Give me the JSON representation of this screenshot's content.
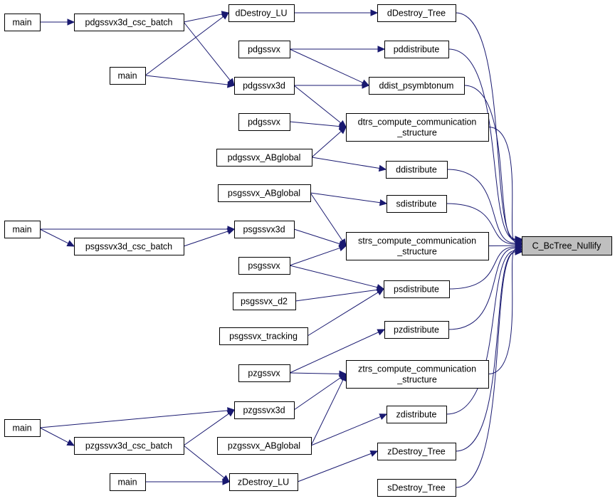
{
  "graph": {
    "nodes": {
      "target": {
        "label": "C_BcTree_Nullify"
      },
      "dDestroy_Tree": {
        "label": "dDestroy_Tree"
      },
      "pddistribute": {
        "label": "pddistribute"
      },
      "ddist_psymbtonum": {
        "label": "ddist_psymbtonum"
      },
      "dtrs": {
        "label": "dtrs_compute_communication\n_structure"
      },
      "ddistribute": {
        "label": "ddistribute"
      },
      "sdistribute": {
        "label": "sdistribute"
      },
      "strs": {
        "label": "strs_compute_communication\n_structure"
      },
      "psdistribute": {
        "label": "psdistribute"
      },
      "pzdistribute": {
        "label": "pzdistribute"
      },
      "ztrs": {
        "label": "ztrs_compute_communication\n_structure"
      },
      "zdistribute": {
        "label": "zdistribute"
      },
      "zDestroy_Tree": {
        "label": "zDestroy_Tree"
      },
      "sDestroy_Tree": {
        "label": "sDestroy_Tree"
      },
      "dDestroy_LU": {
        "label": "dDestroy_LU"
      },
      "pdgssvx_a": {
        "label": "pdgssvx"
      },
      "pdgssvx3d": {
        "label": "pdgssvx3d"
      },
      "pdgssvx_b": {
        "label": "pdgssvx"
      },
      "pdgssvx_ABglobal": {
        "label": "pdgssvx_ABglobal"
      },
      "psgssvx_ABglobal": {
        "label": "psgssvx_ABglobal"
      },
      "psgssvx3d": {
        "label": "psgssvx3d"
      },
      "psgssvx": {
        "label": "psgssvx"
      },
      "psgssvx_d2": {
        "label": "psgssvx_d2"
      },
      "psgssvx_tracking": {
        "label": "psgssvx_tracking"
      },
      "pzgssvx": {
        "label": "pzgssvx"
      },
      "pzgssvx3d": {
        "label": "pzgssvx3d"
      },
      "pzgssvx_ABglobal": {
        "label": "pzgssvx_ABglobal"
      },
      "zDestroy_LU": {
        "label": "zDestroy_LU"
      },
      "pdgssvx3d_csc_batch": {
        "label": "pdgssvx3d_csc_batch"
      },
      "psgssvx3d_csc_batch": {
        "label": "psgssvx3d_csc_batch"
      },
      "pzgssvx3d_csc_batch": {
        "label": "pzgssvx3d_csc_batch"
      },
      "main1": {
        "label": "main"
      },
      "main2": {
        "label": "main"
      },
      "main3": {
        "label": "main"
      },
      "main4": {
        "label": "main"
      },
      "main5": {
        "label": "main"
      }
    },
    "edges": [
      [
        "dDestroy_Tree",
        "target"
      ],
      [
        "pddistribute",
        "target"
      ],
      [
        "ddist_psymbtonum",
        "target"
      ],
      [
        "dtrs",
        "target"
      ],
      [
        "ddistribute",
        "target"
      ],
      [
        "sdistribute",
        "target"
      ],
      [
        "strs",
        "target"
      ],
      [
        "psdistribute",
        "target"
      ],
      [
        "pzdistribute",
        "target"
      ],
      [
        "ztrs",
        "target"
      ],
      [
        "zdistribute",
        "target"
      ],
      [
        "zDestroy_Tree",
        "target"
      ],
      [
        "sDestroy_Tree",
        "target"
      ],
      [
        "dDestroy_LU",
        "dDestroy_Tree"
      ],
      [
        "pdgssvx_a",
        "pddistribute"
      ],
      [
        "pdgssvx_a",
        "ddist_psymbtonum"
      ],
      [
        "pdgssvx3d",
        "ddist_psymbtonum"
      ],
      [
        "pdgssvx3d",
        "dtrs"
      ],
      [
        "pdgssvx_b",
        "dtrs"
      ],
      [
        "pdgssvx_ABglobal",
        "dtrs"
      ],
      [
        "pdgssvx_ABglobal",
        "ddistribute"
      ],
      [
        "psgssvx_ABglobal",
        "sdistribute"
      ],
      [
        "psgssvx_ABglobal",
        "strs"
      ],
      [
        "psgssvx3d",
        "strs"
      ],
      [
        "psgssvx",
        "strs"
      ],
      [
        "psgssvx",
        "psdistribute"
      ],
      [
        "psgssvx_d2",
        "psdistribute"
      ],
      [
        "psgssvx_tracking",
        "psdistribute"
      ],
      [
        "pzgssvx",
        "pzdistribute"
      ],
      [
        "pzgssvx",
        "ztrs"
      ],
      [
        "pzgssvx3d",
        "ztrs"
      ],
      [
        "pzgssvx_ABglobal",
        "ztrs"
      ],
      [
        "pzgssvx_ABglobal",
        "zdistribute"
      ],
      [
        "zDestroy_LU",
        "zDestroy_Tree"
      ],
      [
        "pdgssvx3d_csc_batch",
        "dDestroy_LU"
      ],
      [
        "pdgssvx3d_csc_batch",
        "pdgssvx3d"
      ],
      [
        "main2",
        "dDestroy_LU"
      ],
      [
        "main2",
        "pdgssvx3d"
      ],
      [
        "main1",
        "pdgssvx3d_csc_batch"
      ],
      [
        "main3",
        "psgssvx3d"
      ],
      [
        "main3",
        "psgssvx3d_csc_batch"
      ],
      [
        "psgssvx3d_csc_batch",
        "psgssvx3d"
      ],
      [
        "main4",
        "pzgssvx3d"
      ],
      [
        "main4",
        "pzgssvx3d_csc_batch"
      ],
      [
        "pzgssvx3d_csc_batch",
        "pzgssvx3d"
      ],
      [
        "pzgssvx3d_csc_batch",
        "zDestroy_LU"
      ],
      [
        "main5",
        "zDestroy_LU"
      ]
    ]
  }
}
